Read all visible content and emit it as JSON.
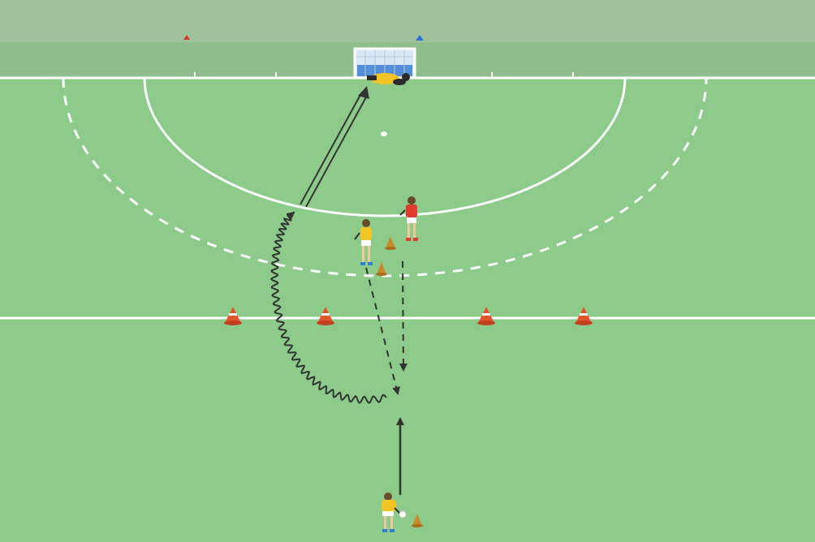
{
  "diagram": {
    "colors": {
      "turf": "#8ccb8a",
      "turf_far": "#9dbf98",
      "line": "#ffffff",
      "arrow": "#333333",
      "cone": "#e0552e",
      "cone_small": "#c98a2e",
      "attacker_shirt": "#f2c425",
      "defender_shirt": "#e03b2e",
      "goal_net": "#3a7fd0"
    },
    "elements": {
      "goal": "hockey-goal",
      "goalkeeper": "goalkeeper-diving",
      "shooting_circle": "solid-arc",
      "dashed_circle": "dashed-arc",
      "centre_line": "23m-line",
      "cones_on_line": 4,
      "marker_cones": 3,
      "players": [
        {
          "role": "attacker",
          "shirt": "yellow"
        },
        {
          "role": "attacker",
          "shirt": "yellow"
        },
        {
          "role": "defender",
          "shirt": "red"
        },
        {
          "role": "goalkeeper",
          "shirt": "yellow"
        }
      ],
      "arrows": [
        {
          "type": "pass",
          "style": "solid-arrow"
        },
        {
          "type": "dribble",
          "style": "wavy-arrow"
        },
        {
          "type": "run",
          "style": "dashed-arrow"
        },
        {
          "type": "run",
          "style": "dashed-arrow"
        },
        {
          "type": "shot",
          "style": "double-line-arrow"
        }
      ]
    }
  }
}
